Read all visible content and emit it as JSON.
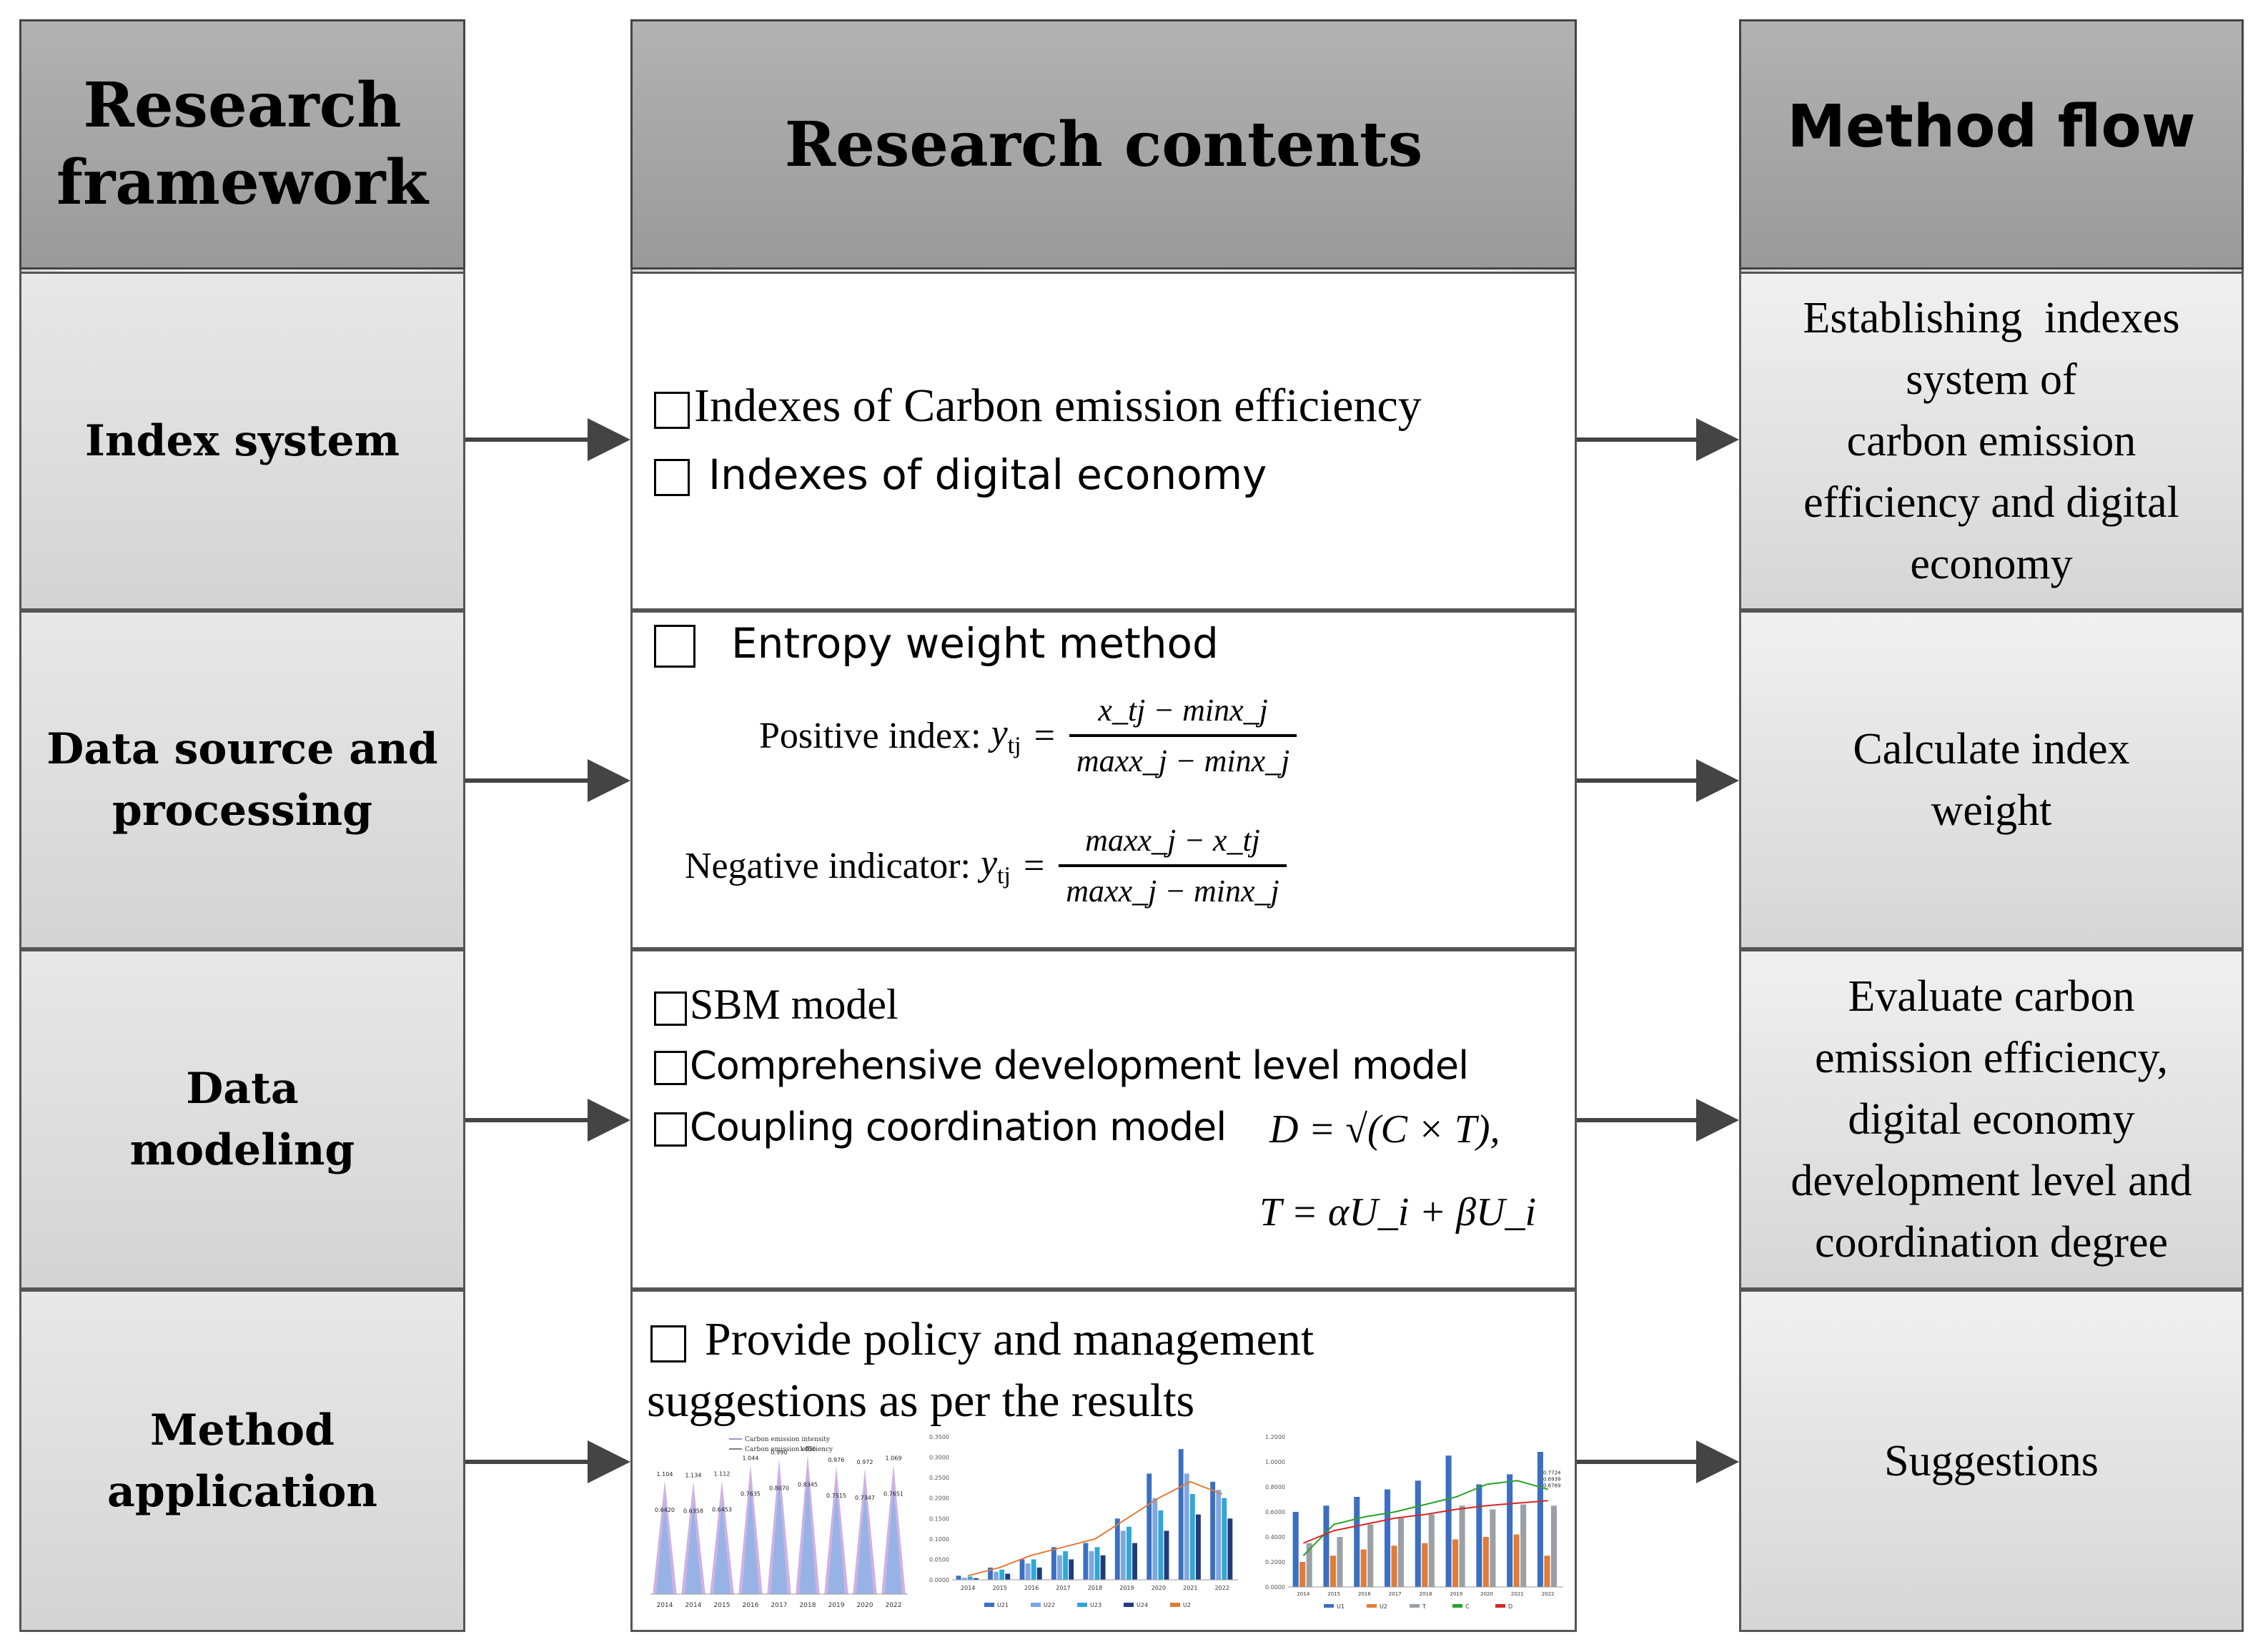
{
  "columns": {
    "left": {
      "header_lines": [
        "Research",
        "framework"
      ]
    },
    "middle": {
      "header": "Research contents"
    },
    "right": {
      "header": "Method flow"
    }
  },
  "rows": [
    {
      "left_label_lines": [
        "Index system"
      ],
      "middle_items": [
        "Indexes of Carbon emission efficiency",
        "Indexes of digital economy"
      ],
      "right_lines": [
        "Establishing  indexes",
        "system of",
        "carbon emission",
        "efficiency and digital",
        "economy"
      ]
    },
    {
      "left_label_lines": [
        "Data source and",
        "processing"
      ],
      "middle_title": "Entropy weight method",
      "formulas": [
        {
          "label": "Positive index:",
          "lhs": "y",
          "lhs_sub": "tj",
          "numerator": "x_tj − minx_j",
          "denominator": "maxx_j − minx_j"
        },
        {
          "label": "Negative indicator:",
          "lhs": "y",
          "lhs_sub": "tj",
          "numerator": "maxx_j − x_tj",
          "denominator": "maxx_j − minx_j"
        }
      ],
      "right_lines": [
        "Calculate index",
        "weight"
      ]
    },
    {
      "left_label_lines": [
        "Data",
        "modeling"
      ],
      "middle_items": [
        "SBM model",
        "Comprehensive development level model",
        "Coupling coordination model"
      ],
      "equations": [
        "D = √(C × T),",
        "T = αU_i + βU_i"
      ],
      "right_lines": [
        "Evaluate carbon",
        "emission efficiency,",
        "digital economy",
        "development level and",
        "coordination degree"
      ]
    },
    {
      "left_label_lines": [
        "Method",
        "application"
      ],
      "middle_text_lines": [
        "Provide policy and management",
        "suggestions as per the results"
      ],
      "right_lines": [
        "Suggestions"
      ]
    }
  ],
  "thumbnails": [
    {
      "legend": [
        "Carbon emission intensity",
        "Carbon emission efficiency"
      ],
      "x": [
        "2014",
        "2014",
        "2015",
        "2016",
        "2017",
        "2018",
        "2019",
        "2020",
        "2022"
      ],
      "peak_labels": [
        "1.104",
        "1.134",
        "1.112",
        "1.044",
        "0.990",
        "1.036",
        "0.976",
        "0.972",
        "1.069"
      ],
      "value_labels": [
        "0.6420",
        "0.6358",
        "0.6453",
        "0.7635",
        "0.8070",
        "0.8345",
        "0.7515",
        "0.7347",
        "0.7651"
      ],
      "values": [
        0.642,
        0.636,
        0.645,
        0.764,
        0.807,
        0.835,
        0.752,
        0.735,
        0.765
      ]
    },
    {
      "y_ticks": [
        "0.0000",
        "0.0500",
        "0.1000",
        "0.1500",
        "0.2000",
        "0.2500",
        "0.3000",
        "0.3500"
      ],
      "x": [
        "2014",
        "2015",
        "2016",
        "2017",
        "2018",
        "2019",
        "2020",
        "2021",
        "2022"
      ],
      "legend": [
        "U21",
        "U22",
        "U23",
        "U24",
        "U2"
      ],
      "colors": [
        "#3b6fc2",
        "#7fa7e0",
        "#2ea8d8",
        "#1f3d7a",
        "#e07b39"
      ],
      "series": [
        {
          "values": [
            0.01,
            0.03,
            0.05,
            0.08,
            0.09,
            0.15,
            0.26,
            0.32,
            0.24
          ]
        },
        {
          "values": [
            0.005,
            0.02,
            0.04,
            0.06,
            0.07,
            0.12,
            0.2,
            0.26,
            0.22
          ]
        },
        {
          "values": [
            0.008,
            0.025,
            0.05,
            0.07,
            0.08,
            0.13,
            0.17,
            0.21,
            0.2
          ]
        },
        {
          "values": [
            0.004,
            0.015,
            0.03,
            0.05,
            0.06,
            0.09,
            0.12,
            0.16,
            0.15
          ]
        }
      ],
      "line": [
        0.01,
        0.03,
        0.06,
        0.08,
        0.1,
        0.15,
        0.2,
        0.24,
        0.21
      ]
    },
    {
      "y_ticks": [
        "0.0000",
        "0.2000",
        "0.4000",
        "0.6000",
        "0.8000",
        "1.0000",
        "1.2000"
      ],
      "x": [
        "2014",
        "2015",
        "2016",
        "2017",
        "2018",
        "2019",
        "2020",
        "2021",
        "2022"
      ],
      "legend": [
        "U1",
        "U2",
        "T",
        "C",
        "D"
      ],
      "colors": [
        "#3b6fc2",
        "#e07b39",
        "#9aa0a6",
        "#2ca02c",
        "#d62728"
      ],
      "annotations": [
        "0.7724",
        "0.6939",
        "0.6769"
      ],
      "series": [
        {
          "values": [
            0.6,
            0.65,
            0.72,
            0.78,
            0.85,
            1.05,
            0.82,
            0.9,
            1.08
          ]
        },
        {
          "values": [
            0.2,
            0.25,
            0.3,
            0.33,
            0.35,
            0.38,
            0.4,
            0.42,
            0.25
          ]
        },
        {
          "values": [
            0.35,
            0.4,
            0.5,
            0.55,
            0.58,
            0.65,
            0.62,
            0.66,
            0.65
          ]
        }
      ],
      "lines": [
        {
          "values": [
            0.25,
            0.5,
            0.56,
            0.6,
            0.66,
            0.72,
            0.82,
            0.85,
            0.78
          ]
        },
        {
          "values": [
            0.35,
            0.45,
            0.5,
            0.55,
            0.58,
            0.62,
            0.65,
            0.67,
            0.69
          ]
        }
      ]
    }
  ]
}
